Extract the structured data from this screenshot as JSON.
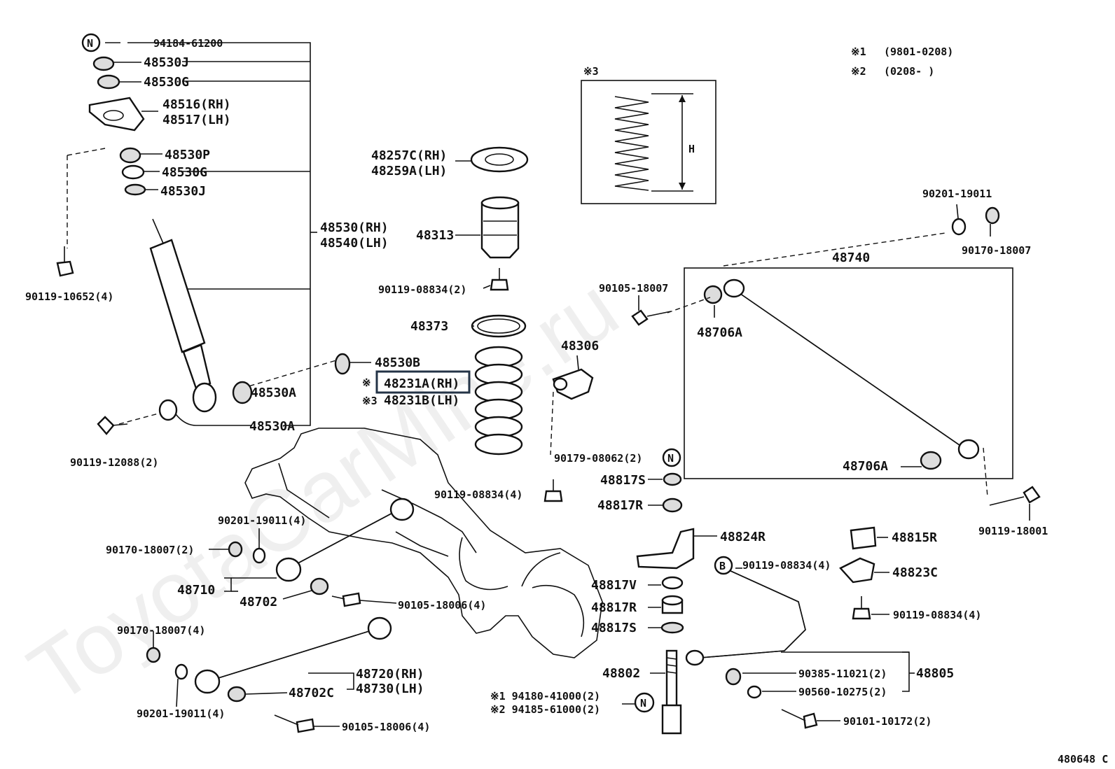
{
  "watermark": "ToyotaCarMine.ru",
  "legend": {
    "n1_mark": "※1",
    "n1_range": "(9801-0208)",
    "n2_mark": "※2",
    "n2_range": "(0208-        )"
  },
  "inset": {
    "label": "※3",
    "dimension": "H"
  },
  "figure_code": "480648 C",
  "selected_part": "48231A(RH)",
  "labels": {
    "p94184_61200": "94184-61200",
    "p48530J_top": "48530J",
    "p48530G_top": "48530G",
    "p48516": "48516(RH)",
    "p48517": "48517(LH)",
    "p48530P": "48530P",
    "p48530G_mid": "48530G",
    "p48530J_mid": "48530J",
    "p48530": "48530(RH)",
    "p48540": "48540(LH)",
    "p90119_10652": "90119-10652(4)",
    "p48530A_mid": "48530A",
    "p48530A_low": "48530A",
    "p90119_12088": "90119-12088(2)",
    "p48257C": "48257C(RH)",
    "p48259A": "48259A(LH)",
    "p48313": "48313",
    "p90119_08834_a": "90119-08834(2)",
    "p48373": "48373",
    "p48530B": "48530B",
    "mark_48231A": "※",
    "p48231A": "48231A(RH)",
    "mark_48231B": "※3",
    "p48231B": "48231B(LH)",
    "p48306": "48306",
    "p90179_08062": "90179-08062(2)",
    "p48817S_top": "48817S",
    "p48817R_top": "48817R",
    "p90119_08834_b": "90119-08834(4)",
    "p90201_19011_top": "90201-19011",
    "p90170_18007_top": "90170-18007",
    "p48740": "48740",
    "p90105_18007": "90105-18007",
    "p48706A_top": "48706A",
    "p48706A_bot": "48706A",
    "p90119_18001": "90119-18001",
    "p90201_19011_a": "90201-19011(4)",
    "p90170_18007_a": "90170-18007(2)",
    "p48710": "48710",
    "p48702": "48702",
    "p90105_18006_a": "90105-18006(4)",
    "p90170_18007_b": "90170-18007(4)",
    "p48720": "48720(RH)",
    "p48730": "48730(LH)",
    "p48702C": "48702C",
    "p90201_19011_b": "90201-19011(4)",
    "p90105_18006_b": "90105-18006(4)",
    "p48824R": "48824R",
    "p48815R": "48815R",
    "p90119_08834_c": "90119-08834(4)",
    "p48823C": "48823C",
    "p90119_08834_d": "90119-08834(4)",
    "p48817V": "48817V",
    "p48817R_low": "48817R",
    "p48817S_low": "48817S",
    "p48802": "48802",
    "p94180_41000": "※1 94180-41000(2)",
    "p94185_61000": "※2 94185-61000(2)",
    "p90385_11021": "90385-11021(2)",
    "p90560_10275": "90560-10275(2)",
    "p48805": "48805",
    "p90101_10172": "90101-10172(2)"
  },
  "callouts": {
    "n_top": "N",
    "n_mid": "N",
    "n_bot": "N",
    "b_stab": "B"
  }
}
